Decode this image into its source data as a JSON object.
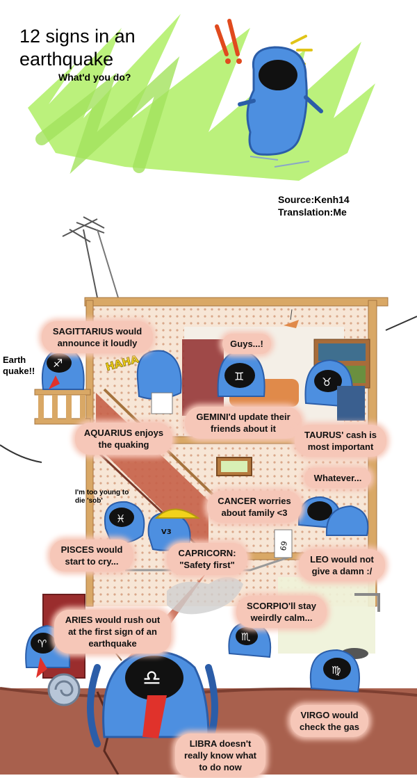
{
  "header": {
    "title": "12 signs in an\nearthquake",
    "subtitle": "What'd you do?",
    "source": "Source:Kenh14",
    "translation": "Translation:Me"
  },
  "panel": {
    "exclaim_left": "Earth\nquake!!",
    "haha": "HAHA",
    "guys": "Guys...!",
    "whatever": "Whatever...",
    "too_young": "I'm too young to\ndie 'sob'",
    "helmet_label": "V3",
    "card_label": "69"
  },
  "captions": {
    "sagittarius": "SAGITTARIUS would\nannounce it loudly",
    "gemini": "GEMINI'd update their\nfriends about it",
    "aquarius": "AQUARIUS enjoys\nthe quaking",
    "taurus": "TAURUS' cash is\nmost important",
    "cancer": "CANCER worries\nabout family <3",
    "pisces": "PISCES would\nstart to cry...",
    "capricorn": "CAPRICORN:\n\"Safety first\"",
    "leo": "LEO would not\ngive a damn :/",
    "scorpio": "SCORPIO'll stay\nweirdly calm...",
    "aries": "ARIES would rush out\nat the first sign of an\nearthquake",
    "virgo": "VIRGO would\ncheck the gas",
    "libra": "LIBRA doesn't\nreally know what\nto do now"
  },
  "zodiac_symbols": {
    "sagittarius": "♐",
    "gemini": "♊",
    "taurus": "♉",
    "pisces": "♓",
    "scorpio": "♏",
    "aries": "♈",
    "virgo": "♍",
    "libra": "♎"
  },
  "colors": {
    "character_blue": "#4d8fe0",
    "character_outline": "#2b5da8",
    "green_splash": "#b4f06e",
    "house_wood": "#d9a866",
    "bubble_pink": "#f6c7b8",
    "ground": "#a8604d",
    "floor_tile": "#f2d9c4"
  }
}
